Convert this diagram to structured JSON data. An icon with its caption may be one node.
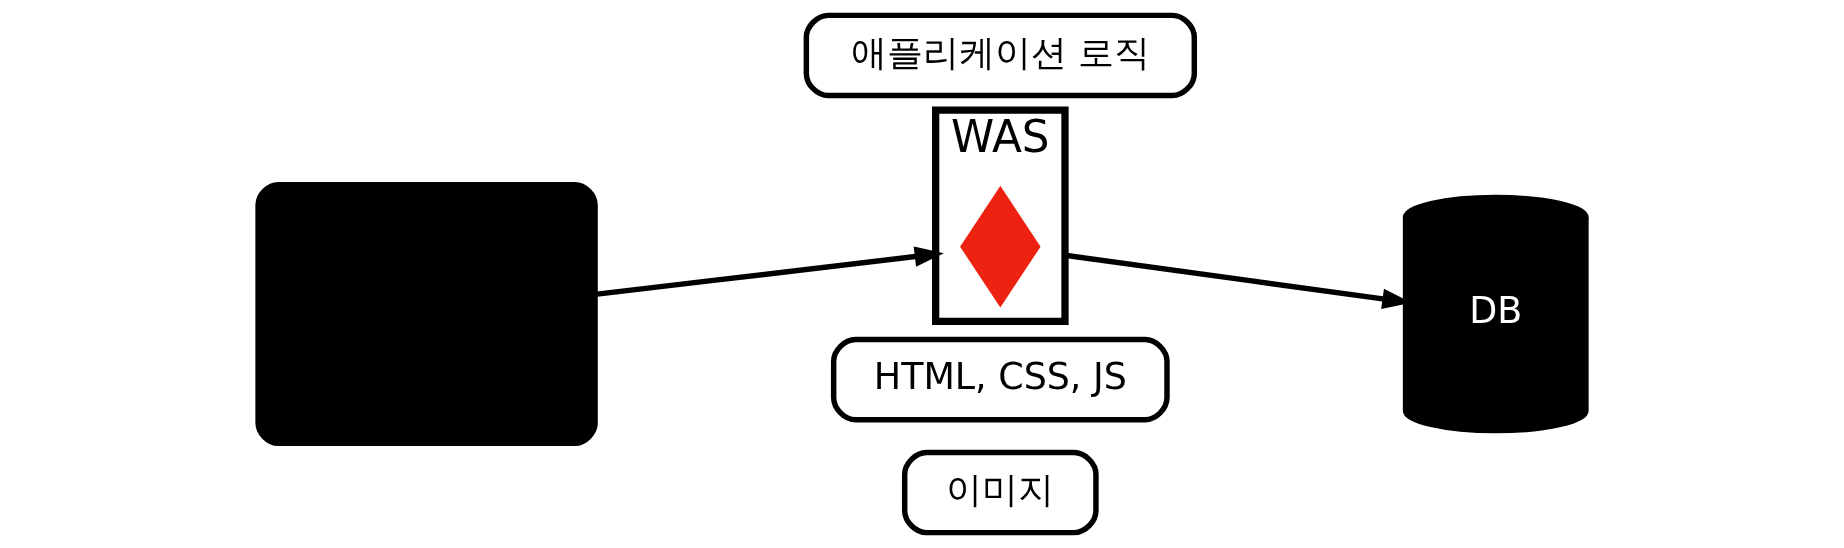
{
  "diagram": {
    "nodes": [
      {
        "text": [],
        "shape": "computer"
      },
      {
        "text": [
          "애플리케이션 로직"
        ]
      },
      {
        "text": [
          "WAS"
        ]
      },
      {
        "text": [],
        "shape": "cross",
        "in": 2
      },
      {
        "text": [
          "HTML, CSS, JS"
        ]
      },
      {
        "text": [
          "이미지"
        ]
      },
      {
        "text": [
          "DB"
        ]
      }
    ],
    "edges": [
      {
        "from": 0,
        "to": 3,
        "arrow": "to"
      },
      {
        "from": 3,
        "to": 6,
        "arrow": "to"
      }
    ]
  }
}
